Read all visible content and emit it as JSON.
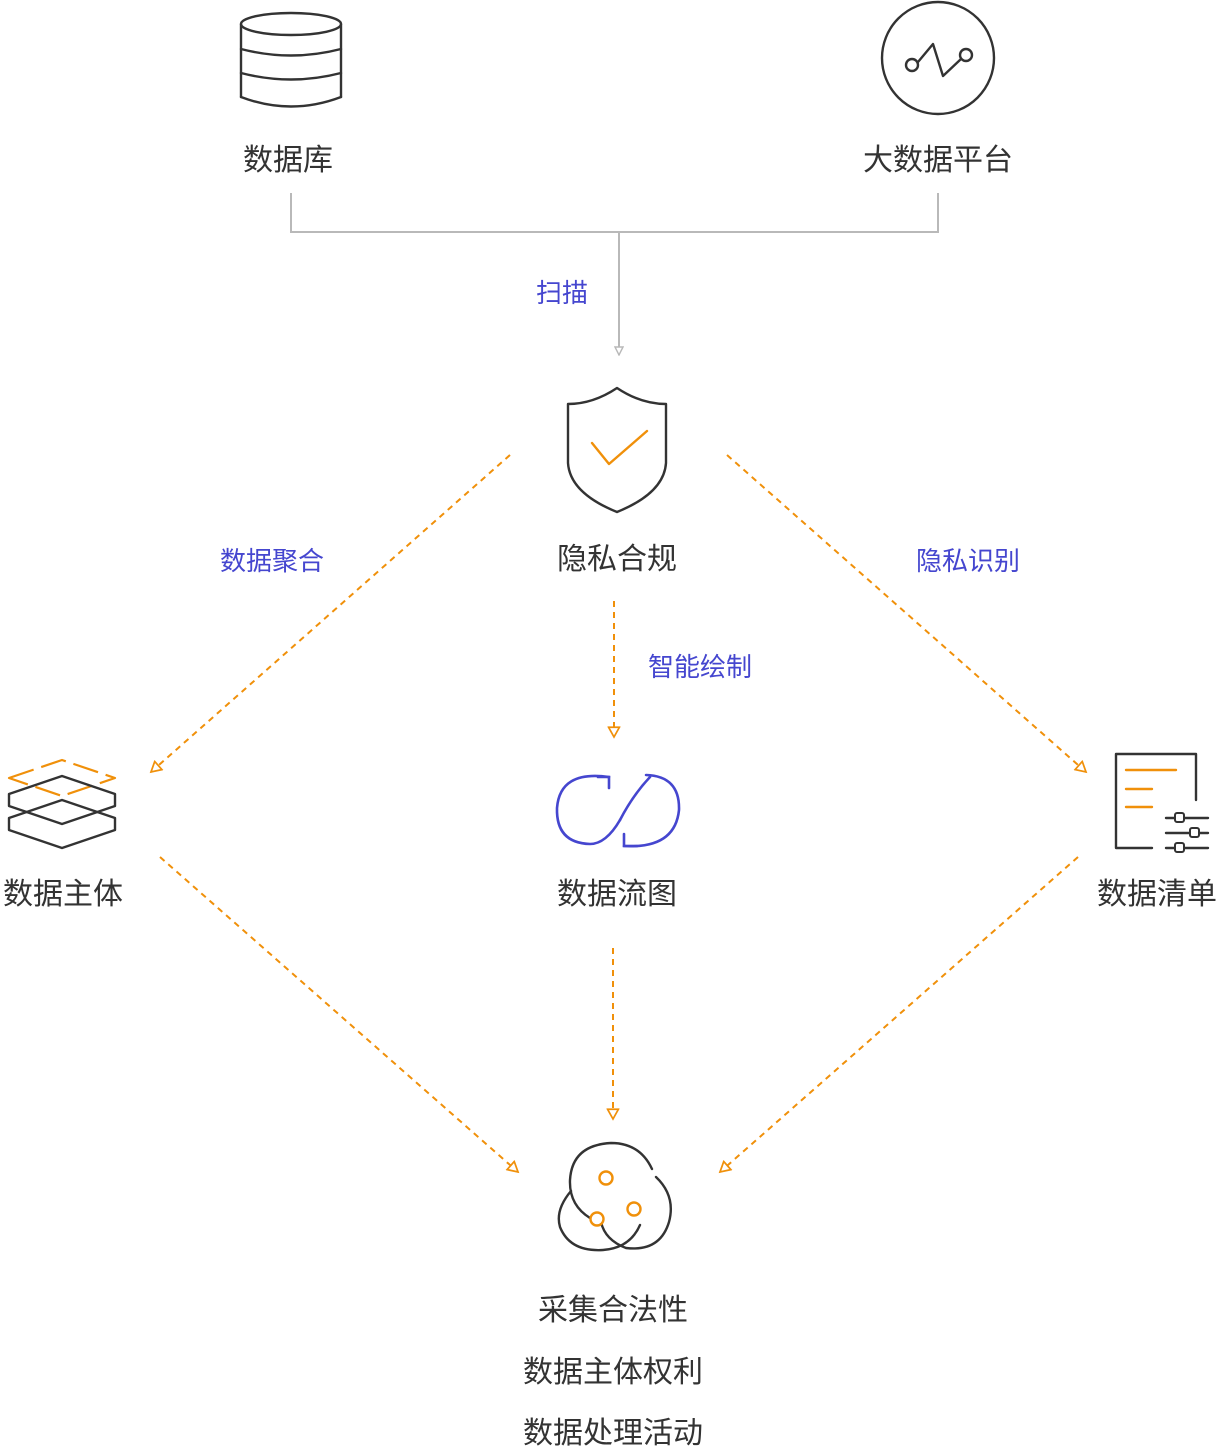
{
  "colors": {
    "text": "#333333",
    "edge_label": "#4546cf",
    "accent": "#f0900a",
    "blue_icon": "#4546cf",
    "connector": "#b9b9b9"
  },
  "nodes": {
    "database": {
      "label": "数据库",
      "icon": "database-icon"
    },
    "bigdata": {
      "label": "大数据平台",
      "icon": "trend-chart-icon"
    },
    "privacy": {
      "label": "隐私合规",
      "icon": "shield-check-icon"
    },
    "subject": {
      "label": "数据主体",
      "icon": "stacked-layers-icon"
    },
    "flow": {
      "label": "数据流图",
      "icon": "cycle-arrows-icon"
    },
    "inventory": {
      "label": "数据清单",
      "icon": "document-settings-icon"
    },
    "outcome": {
      "icon": "triple-swirl-icon",
      "lines": [
        "采集合法性",
        "数据主体权利",
        "数据处理活动"
      ]
    }
  },
  "edges": {
    "scan": "扫描",
    "aggregate": "数据聚合",
    "identify": "隐私识别",
    "draw": "智能绘制"
  }
}
